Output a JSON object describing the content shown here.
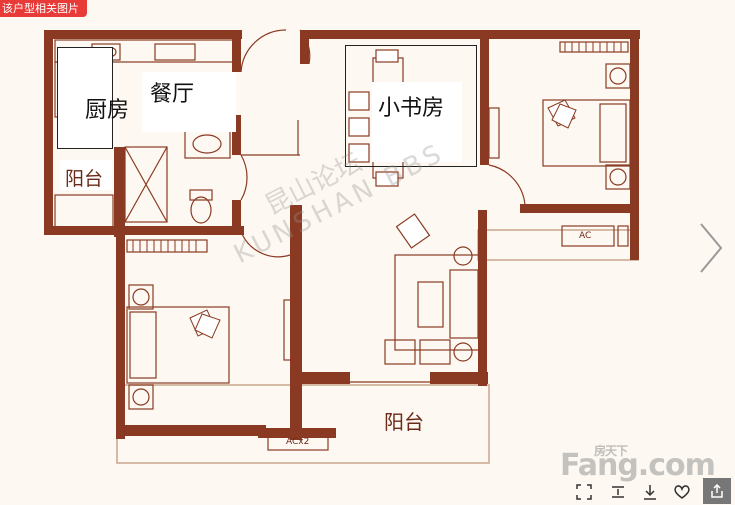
{
  "header": {
    "tag_label": "该户型相关图片"
  },
  "rooms": {
    "kitchen": "厨房",
    "dining": "餐厅",
    "balcony_left": "阳台",
    "study": "小书房",
    "balcony_bottom": "阳台"
  },
  "fixtures": {
    "ac_right": "AC",
    "ac_bottom": "ACx2"
  },
  "watermarks": {
    "brand": "KUNSHAN BBS",
    "brand_cn": "昆山论坛",
    "site_logo": "Fang.com",
    "site_logo_cn": "房天下"
  },
  "toolbar": {
    "icons": [
      "fullscreen-icon",
      "compare-icon",
      "download-icon",
      "favorite-icon",
      "share-icon"
    ]
  },
  "colors": {
    "wall": "#8a3a22",
    "label": "#6b2a18",
    "tag_bg": "#e83a36",
    "background": "#fdf8f1"
  }
}
